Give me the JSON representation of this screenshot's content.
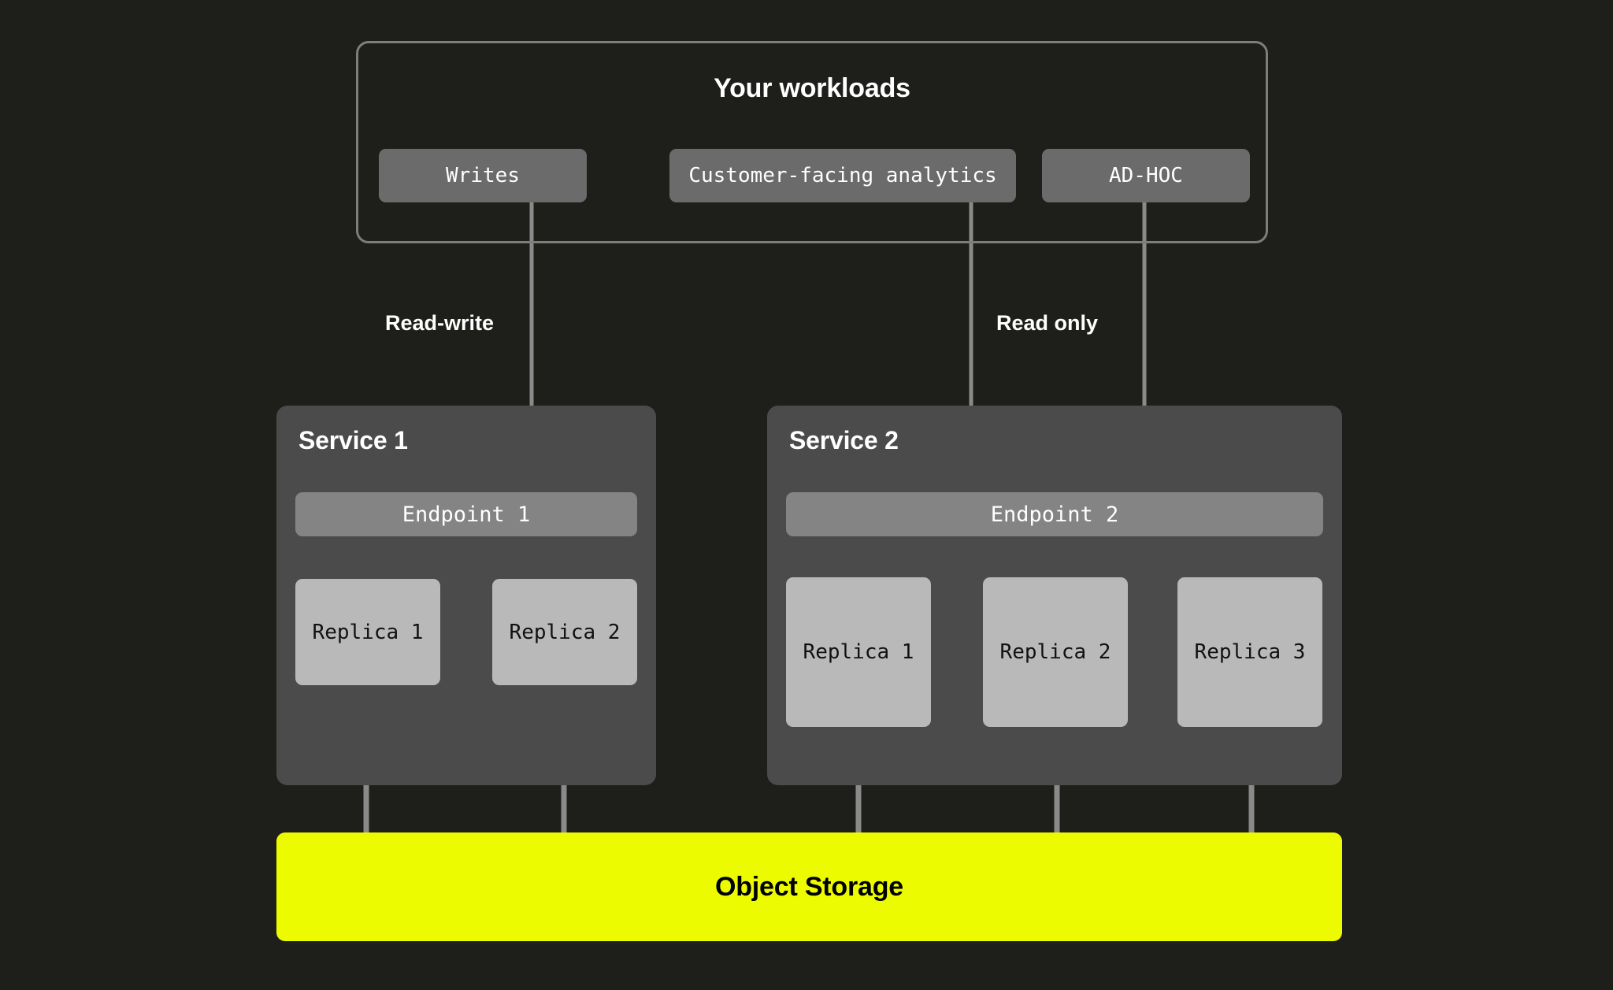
{
  "workloads": {
    "title": "Your workloads",
    "items": [
      {
        "label": "Writes"
      },
      {
        "label": "Customer-facing analytics"
      },
      {
        "label": "AD-HOC"
      }
    ]
  },
  "edges": {
    "read_write_label": "Read-write",
    "read_only_label": "Read only"
  },
  "services": [
    {
      "title": "Service 1",
      "endpoint": "Endpoint 1",
      "replicas": [
        {
          "label": "Replica 1"
        },
        {
          "label": "Replica 2"
        }
      ]
    },
    {
      "title": "Service 2",
      "endpoint": "Endpoint 2",
      "replicas": [
        {
          "label": "Replica 1"
        },
        {
          "label": "Replica 2"
        },
        {
          "label": "Replica 3"
        }
      ]
    }
  ],
  "storage": {
    "label": "Object Storage"
  },
  "colors": {
    "background": "#1e1f1a",
    "panel_border": "#7d7d7d",
    "workload_box": "#6b6b6b",
    "service_panel": "#4b4b4b",
    "endpoint_bar": "#848484",
    "replica_box": "#b9b9b9",
    "connector": "#8a8a8a",
    "storage_accent": "#edfb00",
    "text_light": "#ffffff",
    "text_dark": "#000000"
  }
}
